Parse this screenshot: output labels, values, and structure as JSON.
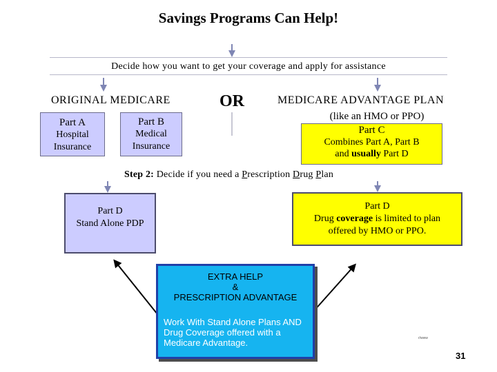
{
  "title": "Savings Programs Can Help!",
  "step1": "Decide how you want to get your coverage and apply for assistance",
  "original_medicare": "ORIGINAL MEDICARE",
  "or_label": "OR",
  "medicare_advantage": "MEDICARE ADVANTAGE PLAN",
  "hmo_note": "(like an HMO or PPO)",
  "part_a": {
    "title": "Part A",
    "line1": "Hospital",
    "line2": "Insurance"
  },
  "part_b": {
    "title": "Part B",
    "line1": "Medical",
    "line2": "Insurance"
  },
  "part_c": {
    "title": "Part C",
    "line1": "Combines Part A, Part B",
    "line2_pre": "and ",
    "line2_bold": "usually",
    "line2_post": " Part D"
  },
  "step2": {
    "prefix": "Step 2:",
    "text_a": " Decide if you need a ",
    "p": "P",
    "text_b": "rescription ",
    "d": "D",
    "text_c": "rug ",
    "pl": "P",
    "text_d": "lan"
  },
  "part_d_pdp": {
    "title": "Part D",
    "line1": "Stand Alone PDP"
  },
  "part_d_ma": {
    "title": "Part D",
    "line1_pre": "Drug ",
    "line1_bold": "coverage",
    "line1_post": " is limited to plan",
    "line2": "offered by HMO or PPO."
  },
  "extra_help": {
    "line1": "EXTRA HELP",
    "line2": "&",
    "line3": "PRESCRIPTION ADVANTAGE",
    "body": "Work With Stand Alone Plans AND Drug Coverage offered with a Medicare Advantage."
  },
  "footnote": "r/www",
  "slide_number": "31",
  "colors": {
    "lavender": "#ccccff",
    "yellow": "#ffff00",
    "extra_help_bg": "#16b4f0",
    "connector": "#7f86b4"
  }
}
